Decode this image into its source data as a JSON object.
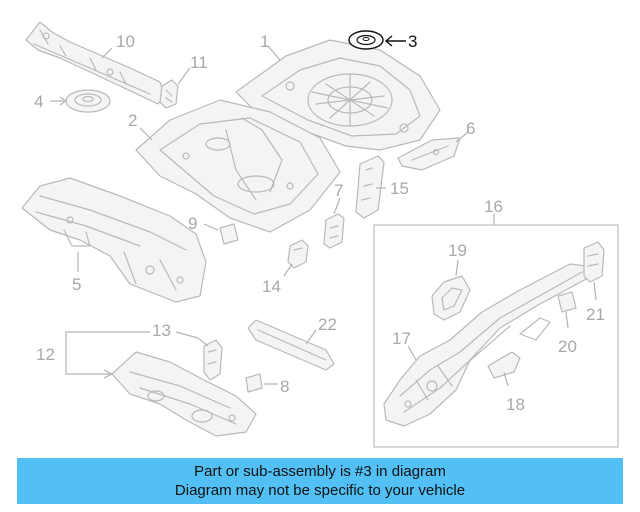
{
  "diagram": {
    "callouts": {
      "c1": "1",
      "c2": "2",
      "c3": "3",
      "c4": "4",
      "c5": "5",
      "c6": "6",
      "c7": "7",
      "c8": "8",
      "c9": "9",
      "c10": "10",
      "c11": "11",
      "c12": "12",
      "c13": "13",
      "c14": "14",
      "c15": "15",
      "c16": "16",
      "c17": "17",
      "c18": "18",
      "c19": "19",
      "c20": "20",
      "c21": "21",
      "c22": "22"
    },
    "highlighted_part": "3",
    "colors": {
      "highlight": "#111111",
      "muted": "#a8a8a8",
      "banner": "#52c0f5"
    }
  },
  "banner": {
    "line1": "Part or sub-assembly is #3 in diagram",
    "line2": "Diagram may not be specific to your vehicle"
  }
}
